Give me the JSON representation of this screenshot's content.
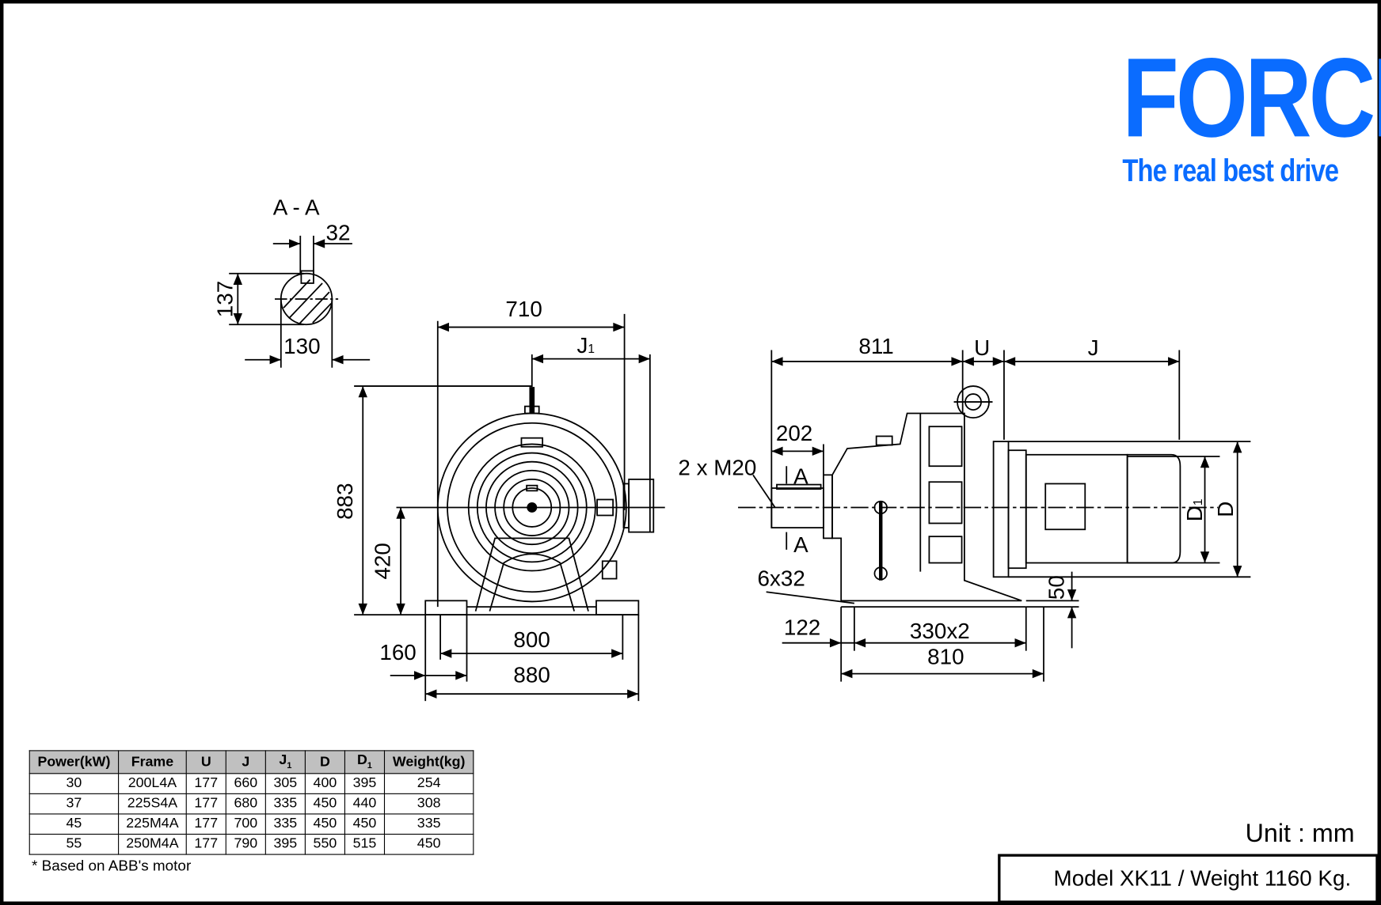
{
  "brand": {
    "name": "FORCE",
    "tagline": "The real best drive",
    "color": "#0a6cff"
  },
  "section": {
    "title": "A - A",
    "key_width": "32",
    "height": "137",
    "diameter": "130"
  },
  "front_view": {
    "width_top": "710",
    "j1": "J",
    "j1_sub": "1",
    "height": "883",
    "center_height": "420",
    "foot_span": "800",
    "base_width": "880",
    "foot_width": "160"
  },
  "side_view": {
    "dim_811": "811",
    "dim_u": "U",
    "dim_j": "J",
    "shaft_len": "202",
    "bolts": "2 x M20",
    "section_mark": "A",
    "holes": "6x32",
    "base_offset": "122",
    "foot_spacing": "330x2",
    "base_len": "810",
    "base_thick": "50",
    "d1": "D",
    "d1_sub": "1",
    "d": "D"
  },
  "table": {
    "headers": [
      "Power(kW)",
      "Frame",
      "U",
      "J",
      "J1",
      "D",
      "D1",
      "Weight(kg)"
    ],
    "rows": [
      [
        "30",
        "200L4A",
        "177",
        "660",
        "305",
        "400",
        "395",
        "254"
      ],
      [
        "37",
        "225S4A",
        "177",
        "680",
        "335",
        "450",
        "440",
        "308"
      ],
      [
        "45",
        "225M4A",
        "177",
        "700",
        "335",
        "450",
        "450",
        "335"
      ],
      [
        "55",
        "250M4A",
        "177",
        "790",
        "395",
        "550",
        "515",
        "450"
      ]
    ],
    "note": "* Based on ABB's motor"
  },
  "unit": "Unit : mm",
  "model": "Model XK11 / Weight 1160 Kg."
}
